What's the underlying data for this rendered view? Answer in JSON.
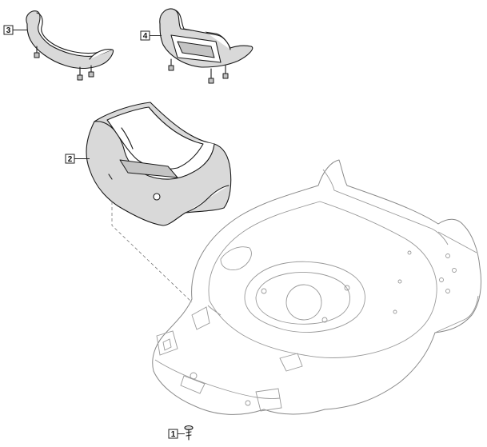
{
  "callouts": [
    {
      "id": "1",
      "label": "1"
    },
    {
      "id": "2",
      "label": "2"
    },
    {
      "id": "3",
      "label": "3"
    },
    {
      "id": "4",
      "label": "4"
    }
  ],
  "colors": {
    "line": "#1a1a1a",
    "part_fill": "#d9d9d9",
    "deck_line": "#8a8a8a"
  }
}
